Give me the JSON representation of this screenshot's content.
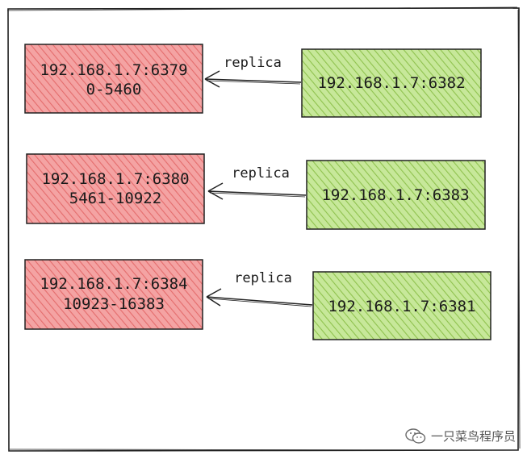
{
  "colors": {
    "master_fill": "#f4a3a3",
    "master_hatch": "#e46c6c",
    "replica_fill": "#c7e89a",
    "replica_hatch": "#8fc24e",
    "stroke": "#222222"
  },
  "pairs": [
    {
      "master": {
        "address": "192.168.1.7:6379",
        "slots": "0-5460"
      },
      "edge_label": "replica",
      "replica": {
        "address": "192.168.1.7:6382"
      }
    },
    {
      "master": {
        "address": "192.168.1.7:6380",
        "slots": "5461-10922"
      },
      "edge_label": "replica",
      "replica": {
        "address": "192.168.1.7:6383"
      }
    },
    {
      "master": {
        "address": "192.168.1.7:6384",
        "slots": "10923-16383"
      },
      "edge_label": "replica",
      "replica": {
        "address": "192.168.1.7:6381"
      }
    }
  ],
  "watermark": {
    "icon": "wechat-icon",
    "text": "一只菜鸟程序员"
  }
}
